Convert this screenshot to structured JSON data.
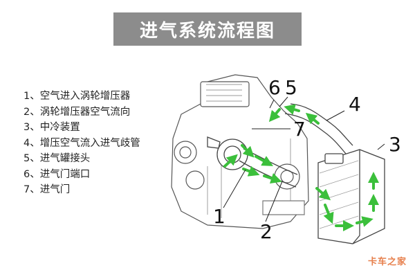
{
  "title": "进气系统流程图",
  "legend": [
    "1、空气进入涡轮增压器",
    "2、涡轮增压器空气流向",
    "3、中冷装置",
    "4、增压空气流入进气歧管",
    "5、进气罐接头",
    "6、进气门端口",
    "7、进气门"
  ],
  "callouts": {
    "n1": "1",
    "n2": "2",
    "n3": "3",
    "n4": "4",
    "n5": "5",
    "n6": "6",
    "n7": "7"
  },
  "watermark": "卡车之家",
  "colors": {
    "title_bg": "#8c8c8c",
    "arrow": "#3bbf3b",
    "watermark": "#e36a2e"
  }
}
